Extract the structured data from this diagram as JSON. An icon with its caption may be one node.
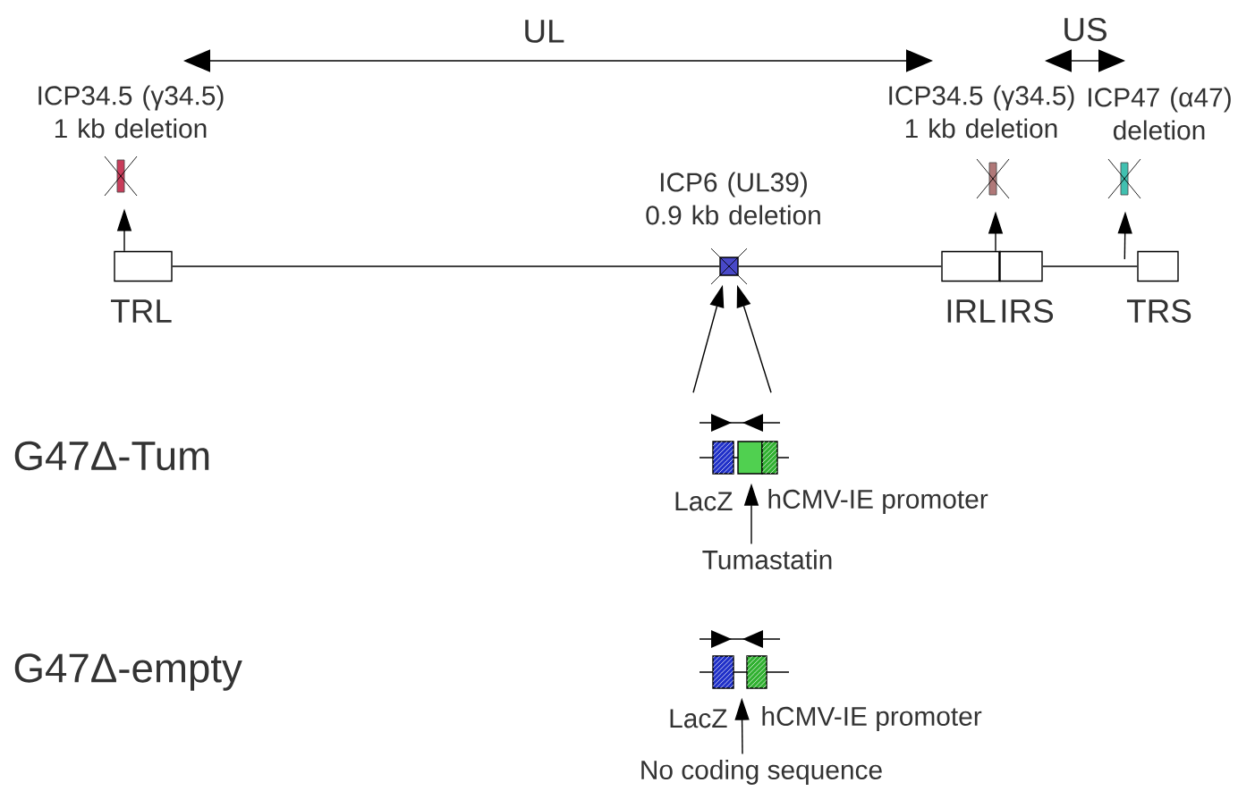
{
  "diagram": {
    "nodes": [
      {
        "text": [],
        "shape": "box",
        "beside": [
          "ICP34.5 (γ34.5) 1 kb deletion"
        ]
      },
      {
        "text": [],
        "shape": "box",
        "beside": [
          "ICP34.5 (γ34.5) 1 kb deletion"
        ]
      },
      {
        "text": [],
        "shape": "box",
        "beside": [
          "ICP47 (α47) deletion"
        ]
      },
      {
        "text": [],
        "shape": "box",
        "beside": [
          "ICP6 (UL39) 0.9 kb deletion"
        ]
      },
      {
        "text": [],
        "shape": "box",
        "beside": [
          "TRL"
        ]
      },
      {
        "text": [],
        "shape": "box",
        "beside": [
          "IRL"
        ]
      },
      {
        "text": [],
        "shape": "box",
        "beside": [
          "IRS"
        ]
      },
      {
        "text": [],
        "shape": "box",
        "beside": [
          "TRS"
        ]
      },
      {
        "text": [],
        "shape": "box",
        "beside": [
          "LacZ"
        ]
      },
      {
        "text": [],
        "shape": "box"
      },
      {
        "text": [],
        "shape": "box",
        "beside": [
          "hCMV-IE promoter"
        ]
      },
      {
        "text": [
          "Tumastatin"
        ]
      },
      {
        "text": [],
        "shape": "box",
        "beside": [
          "LacZ"
        ]
      },
      {
        "text": [],
        "shape": "box",
        "beside": [
          "hCMV-IE promoter"
        ]
      },
      {
        "text": [
          "No coding sequence"
        ]
      }
    ],
    "edges": [
      {
        "from": 4,
        "to": 0,
        "arrow": "to"
      },
      {
        "from": 5,
        "to": 1,
        "arrow": "to"
      },
      {
        "from": 7,
        "to": 2,
        "arrow": "to"
      },
      {
        "from": 8,
        "to": 3,
        "arrow": "to"
      },
      {
        "from": 10,
        "to": 3,
        "arrow": "to"
      },
      {
        "from": 11,
        "to": 9,
        "arrow": "to"
      },
      {
        "from": 14,
        "to": 13,
        "arrow": "to"
      },
      {
        "from": 4,
        "to": 3,
        "arrow": "none"
      },
      {
        "from": 3,
        "to": 5,
        "arrow": "none"
      },
      {
        "from": 6,
        "to": 7,
        "arrow": "none"
      }
    ],
    "labels": [
      "UL",
      "US",
      "G47Δ-Tum",
      "G47Δ-empty"
    ]
  }
}
